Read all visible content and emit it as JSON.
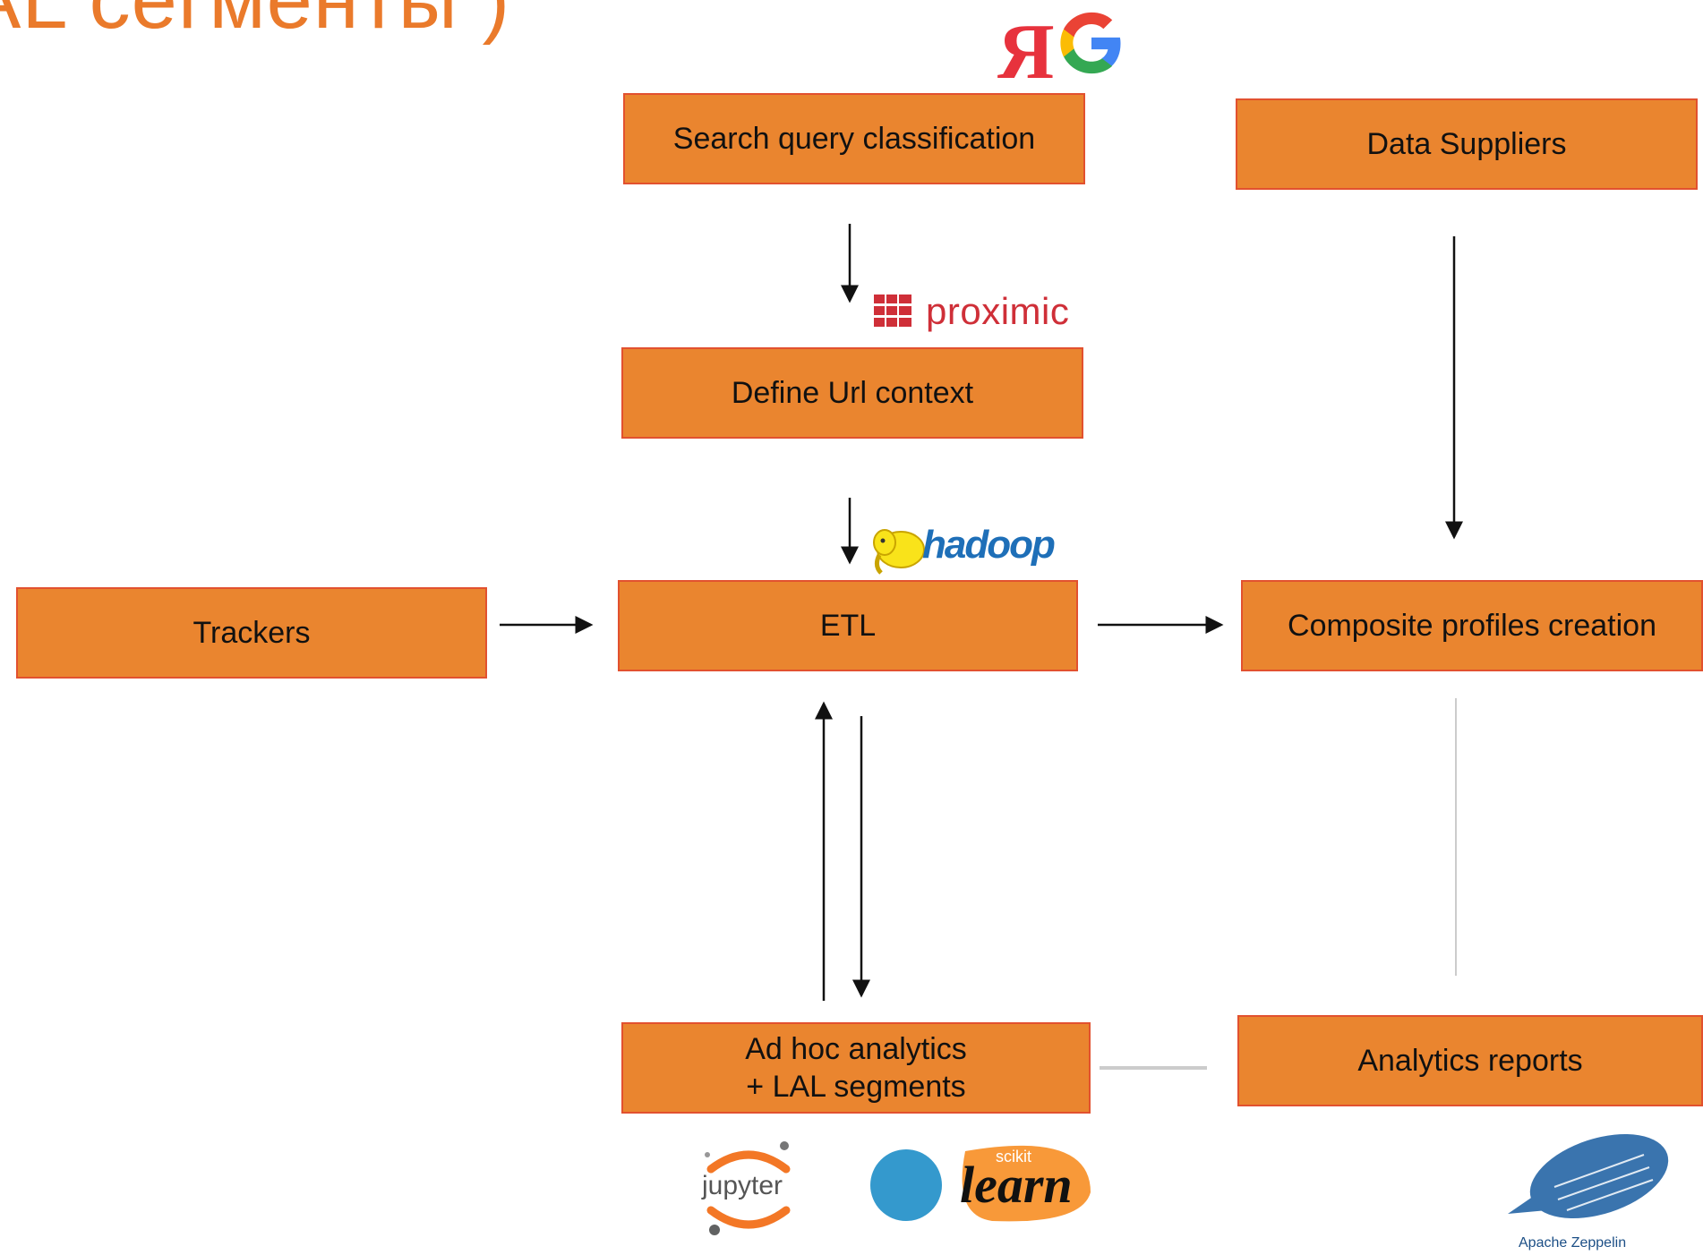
{
  "title": "AL сегменты )",
  "nodes": {
    "search": "Search query classification",
    "suppliers": "Data Suppliers",
    "url_context": "Define Url context",
    "trackers": "Trackers",
    "etl": "ETL",
    "composite": "Composite profiles creation",
    "adhoc": "Ad hoc analytics\n+ LAL segments",
    "reports": "Analytics reports"
  },
  "logos": {
    "yandex": "Я",
    "proximic": "proximic",
    "hadoop": "hadoop",
    "jupyter": "jupyter",
    "sklearn_small": "scikit",
    "sklearn_big": "learn",
    "zeppelin": "Apache Zeppelin"
  },
  "colors": {
    "box_fill": "#ea852f",
    "box_border": "#e2512f",
    "title": "#ea7a2b",
    "arrow": "#111111",
    "faint_line": "#cccccc"
  },
  "edges": [
    {
      "from": "search",
      "to": "url_context",
      "style": "arrow"
    },
    {
      "from": "url_context",
      "to": "etl",
      "style": "arrow"
    },
    {
      "from": "trackers",
      "to": "etl",
      "style": "arrow"
    },
    {
      "from": "etl",
      "to": "composite",
      "style": "arrow"
    },
    {
      "from": "suppliers",
      "to": "composite",
      "style": "arrow"
    },
    {
      "from": "adhoc",
      "to": "etl",
      "style": "arrow"
    },
    {
      "from": "etl",
      "to": "adhoc",
      "style": "arrow"
    },
    {
      "from": "composite",
      "to": "reports",
      "style": "faint"
    },
    {
      "from": "adhoc",
      "to": "reports",
      "style": "faint"
    }
  ]
}
